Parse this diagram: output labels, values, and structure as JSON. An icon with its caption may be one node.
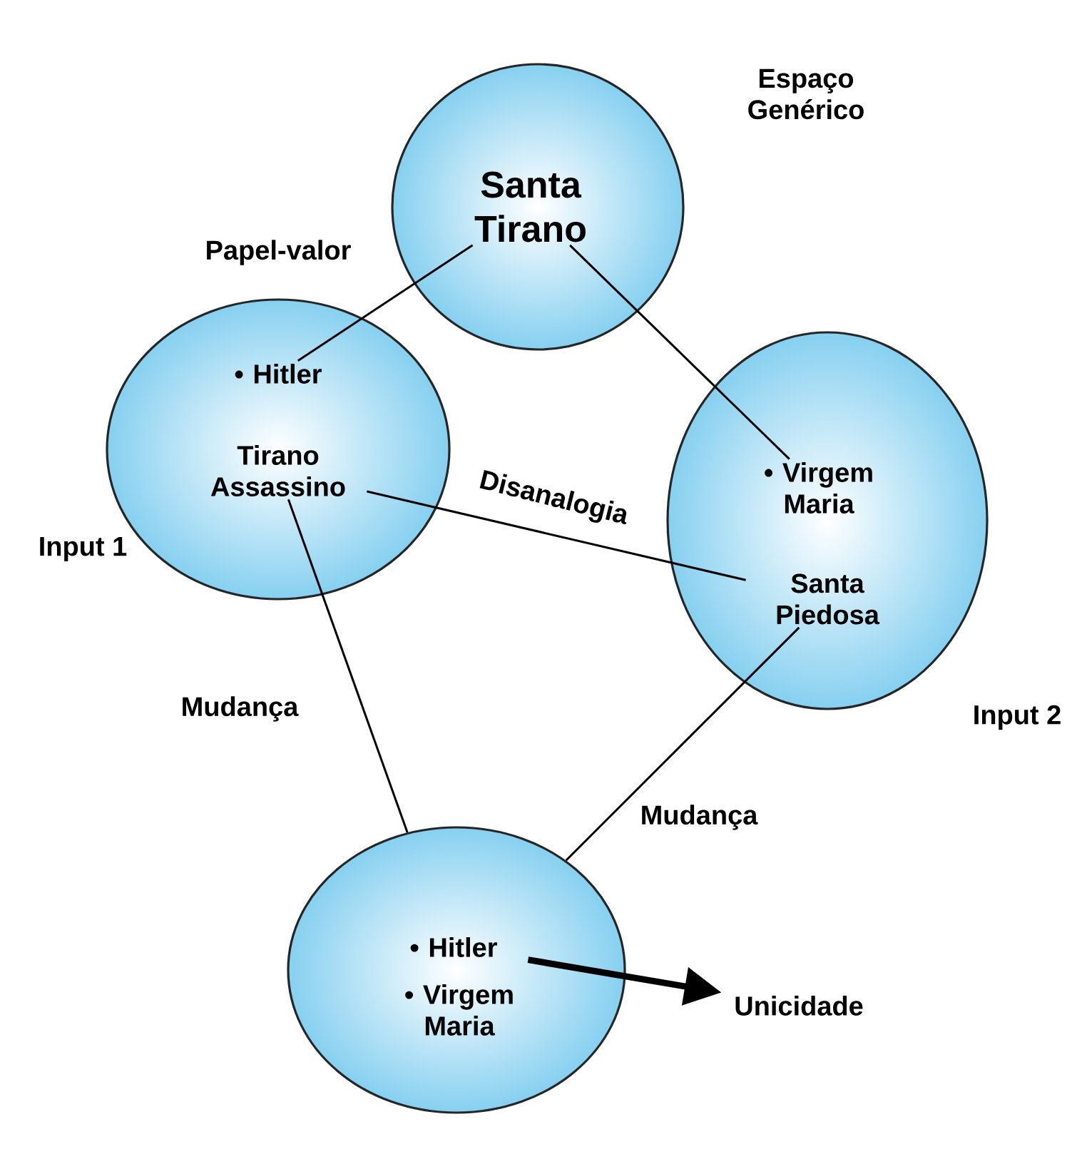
{
  "diagram": {
    "nodes": [
      {
        "text": [
          "Espaço Genérico"
        ]
      },
      {
        "text": [
          "Santa Tirano"
        ],
        "in": 0
      },
      {
        "text": [
          "Papel-valor"
        ],
        "beside": [
          "Input 1"
        ]
      },
      {
        "text": [
          "• Hitler"
        ],
        "in": 2
      },
      {
        "text": [
          "Tirano Assassino"
        ],
        "in": 2
      },
      {
        "text": [],
        "shape": "circle",
        "beside": [
          "Input 2"
        ]
      },
      {
        "text": [
          "• Virgem Maria"
        ],
        "in": 5
      },
      {
        "text": [
          "Santa Piedosa"
        ],
        "in": 5
      },
      {
        "text": [],
        "shape": "circle"
      },
      {
        "text": [
          "• Hitler"
        ],
        "in": 8
      },
      {
        "text": [
          "• Virgem Maria"
        ],
        "in": 8
      },
      {
        "text": [
          "Unicidade"
        ]
      }
    ],
    "edges": [
      {
        "from": 3,
        "to": 1,
        "arrow": "none"
      },
      {
        "from": 1,
        "to": 6,
        "arrow": "none"
      },
      {
        "from": 4,
        "to": 7,
        "arrow": "none",
        "label": "Disanalogia"
      },
      {
        "from": 4,
        "to": 8,
        "arrow": "none",
        "label": "Mudança"
      },
      {
        "from": 7,
        "to": 8,
        "arrow": "none",
        "label": "Mudança"
      },
      {
        "from": 9,
        "to": 11,
        "arrow": "to",
        "style": "thick"
      }
    ]
  }
}
